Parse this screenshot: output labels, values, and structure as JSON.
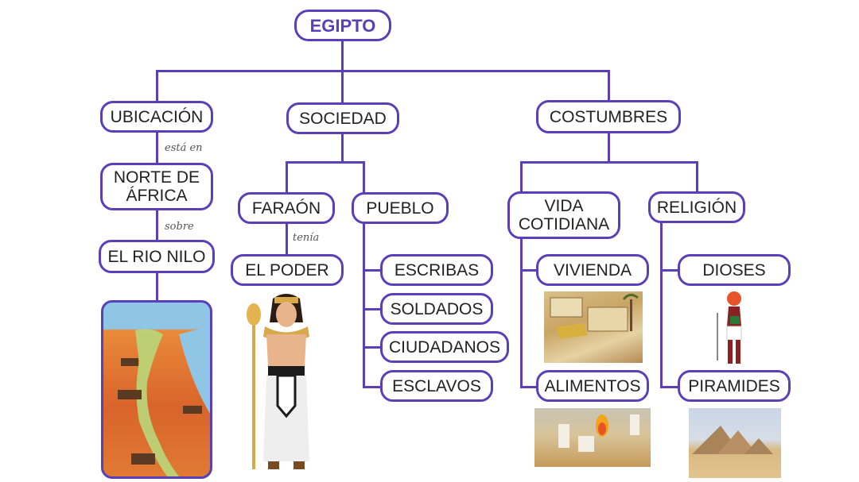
{
  "title": "EGIPTO",
  "branches": {
    "ubicacion": {
      "label": "UBICACIÓN",
      "connector1": "está en",
      "child": "NORTE DE\nÁFRICA",
      "connector2": "sobre",
      "grandchild": "EL RIO NILO",
      "image": "map-of-egypt-nile"
    },
    "sociedad": {
      "label": "SOCIEDAD",
      "farao": {
        "label": "FARAÓN",
        "connector": "tenía",
        "child": "EL PODER",
        "image": "pharaoh-figure"
      },
      "pueblo": {
        "label": "PUEBLO",
        "children": [
          "ESCRIBAS",
          "SOLDADOS",
          "CIUDADANOS",
          "ESCLAVOS"
        ]
      }
    },
    "costumbres": {
      "label": "COSTUMBRES",
      "vida": {
        "label": "VIDA\nCOTIDIANA",
        "children": [
          "VIVIENDA",
          "ALIMENTOS"
        ],
        "images": [
          "egyptian-houses",
          "egyptians-cooking"
        ]
      },
      "religion": {
        "label": "RELIGIÓN",
        "children": [
          "DIOSES",
          "PIRAMIDES"
        ],
        "images": [
          "god-ra-figure",
          "pyramids-of-giza"
        ]
      }
    }
  },
  "colors": {
    "accent": "#5b3fb8",
    "text": "#222222"
  }
}
